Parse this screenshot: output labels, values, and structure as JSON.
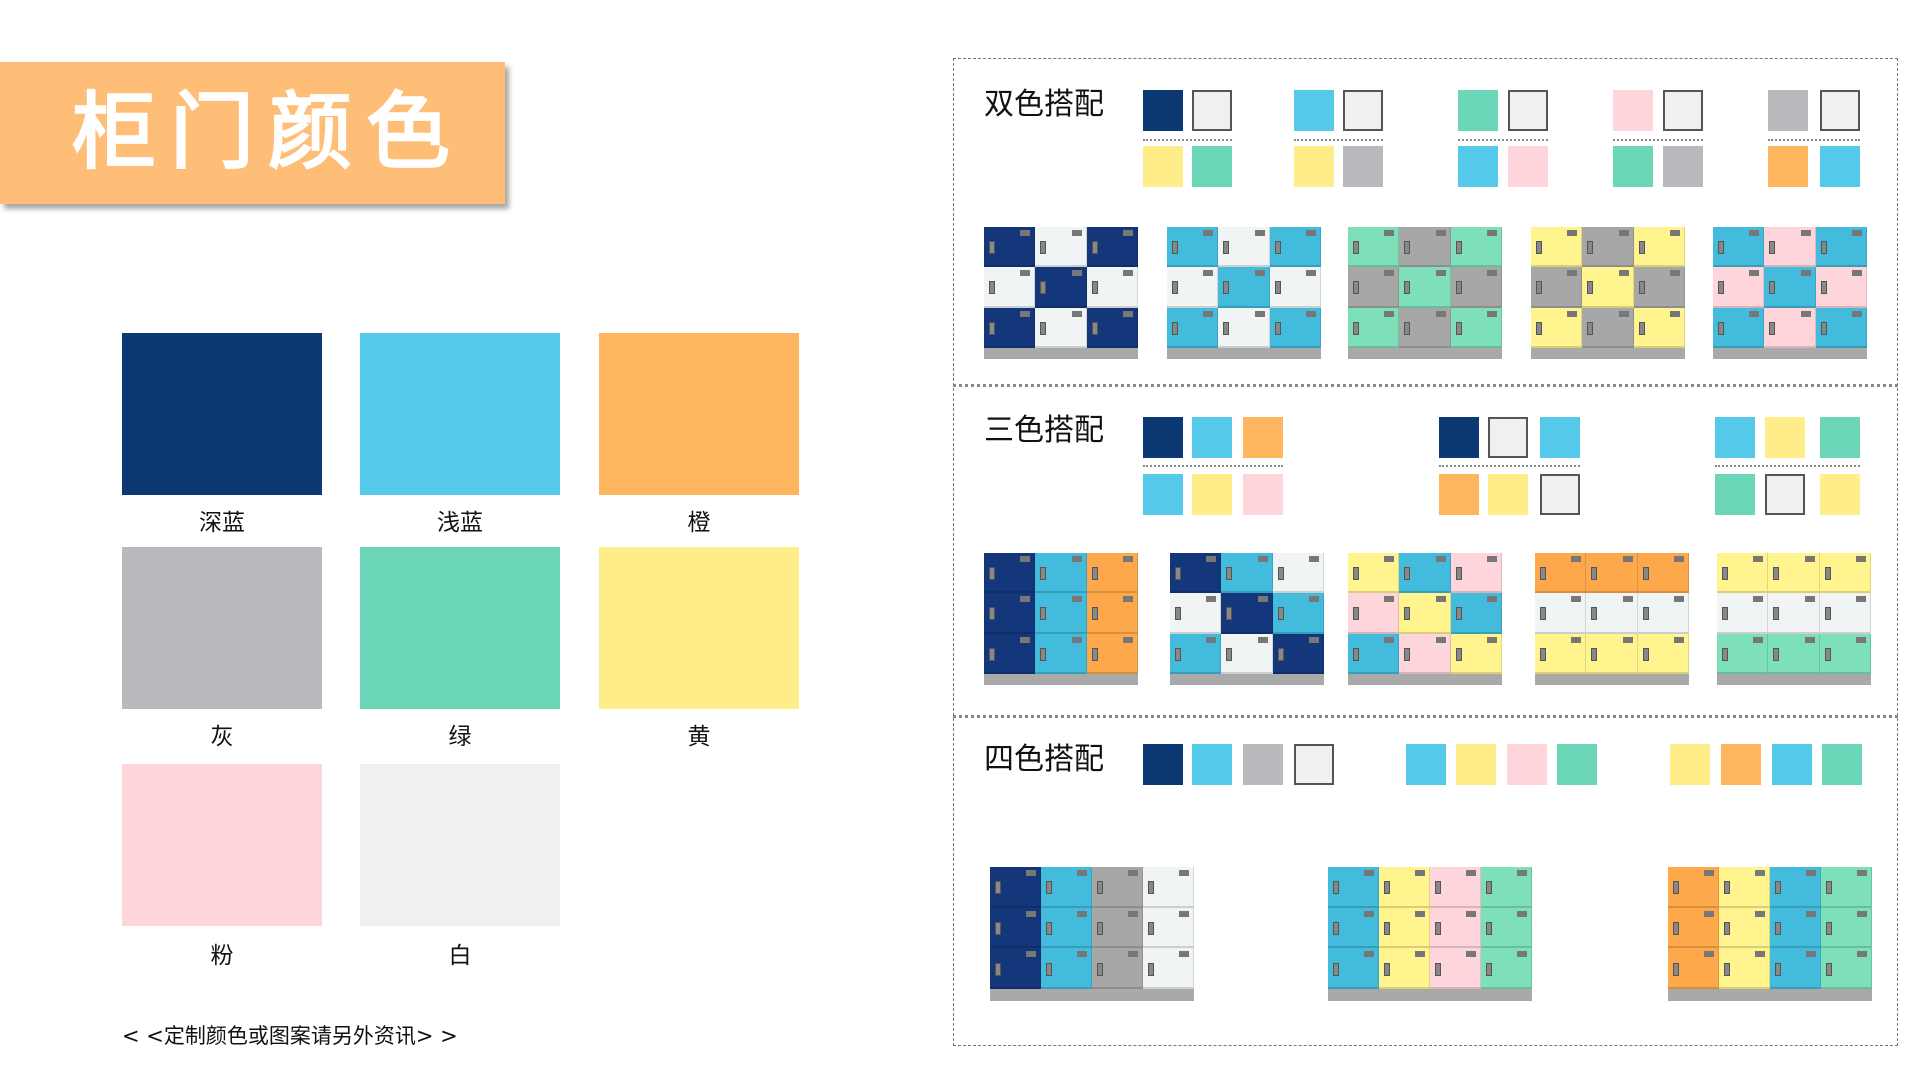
{
  "title": "柜门颜色",
  "palette": {
    "navy": "#0C3874",
    "lightblue": "#55C9E9",
    "orange": "#FDB65E",
    "gray": "#B9BABD",
    "green": "#6BD7B8",
    "yellow": "#FEED88",
    "pink": "#FDD5DB",
    "white": "#EFF0F1"
  },
  "locker_palette": {
    "navy": "#13377A",
    "lightblue": "#42BBDC",
    "orange": "#FDA84B",
    "gray": "#A7A7A7",
    "green": "#7EE0B8",
    "yellow": "#FFF48E",
    "pink": "#FDD5DB",
    "white": "#F1F4F5"
  },
  "colors": [
    {
      "key": "navy",
      "label": "深蓝"
    },
    {
      "key": "lightblue",
      "label": "浅蓝"
    },
    {
      "key": "orange",
      "label": "橙"
    },
    {
      "key": "gray",
      "label": "灰"
    },
    {
      "key": "green",
      "label": "绿"
    },
    {
      "key": "yellow",
      "label": "黄"
    },
    {
      "key": "pink",
      "label": "粉"
    },
    {
      "key": "white",
      "label": "白"
    }
  ],
  "footer": "< <定制颜色或图案请另外资讯> >",
  "sections": [
    {
      "title": "双色搭配",
      "combos": [
        {
          "top": [
            "navy",
            "white"
          ],
          "bottom": [
            "yellow",
            "green"
          ]
        },
        {
          "top": [
            "lightblue",
            "white"
          ],
          "bottom": [
            "yellow",
            "gray"
          ]
        },
        {
          "top": [
            "green",
            "white"
          ],
          "bottom": [
            "lightblue",
            "pink"
          ]
        },
        {
          "top": [
            "pink",
            "white"
          ],
          "bottom": [
            "green",
            "gray"
          ]
        },
        {
          "top": [
            "gray",
            "white"
          ],
          "bottom": [
            "orange",
            "lightblue"
          ]
        }
      ],
      "lockers": [
        [
          [
            "navy",
            "white",
            "navy"
          ],
          [
            "white",
            "navy",
            "white"
          ],
          [
            "navy",
            "white",
            "navy"
          ]
        ],
        [
          [
            "lightblue",
            "white",
            "lightblue"
          ],
          [
            "white",
            "lightblue",
            "white"
          ],
          [
            "lightblue",
            "white",
            "lightblue"
          ]
        ],
        [
          [
            "green",
            "gray",
            "green"
          ],
          [
            "gray",
            "green",
            "gray"
          ],
          [
            "green",
            "gray",
            "green"
          ]
        ],
        [
          [
            "yellow",
            "gray",
            "yellow"
          ],
          [
            "gray",
            "yellow",
            "gray"
          ],
          [
            "yellow",
            "gray",
            "yellow"
          ]
        ],
        [
          [
            "lightblue",
            "pink",
            "lightblue"
          ],
          [
            "pink",
            "lightblue",
            "pink"
          ],
          [
            "lightblue",
            "pink",
            "lightblue"
          ]
        ]
      ]
    },
    {
      "title": "三色搭配",
      "combos": [
        {
          "top": [
            "navy",
            "lightblue",
            "orange"
          ],
          "bottom": [
            "lightblue",
            "yellow",
            "pink"
          ]
        },
        {
          "top": [
            "navy",
            "white",
            "lightblue"
          ],
          "bottom": [
            "orange",
            "yellow",
            "white"
          ]
        },
        {
          "top": [
            "lightblue",
            "yellow",
            "green"
          ],
          "bottom": [
            "green",
            "white",
            "yellow"
          ]
        }
      ],
      "lockers": [
        [
          [
            "navy",
            "lightblue",
            "orange"
          ],
          [
            "navy",
            "lightblue",
            "orange"
          ],
          [
            "navy",
            "lightblue",
            "orange"
          ]
        ],
        [
          [
            "navy",
            "lightblue",
            "white"
          ],
          [
            "white",
            "navy",
            "lightblue"
          ],
          [
            "lightblue",
            "white",
            "navy"
          ]
        ],
        [
          [
            "yellow",
            "lightblue",
            "pink"
          ],
          [
            "pink",
            "yellow",
            "lightblue"
          ],
          [
            "lightblue",
            "pink",
            "yellow"
          ]
        ],
        [
          [
            "orange",
            "orange",
            "orange"
          ],
          [
            "white",
            "white",
            "white"
          ],
          [
            "yellow",
            "yellow",
            "yellow"
          ]
        ],
        [
          [
            "yellow",
            "yellow",
            "yellow"
          ],
          [
            "white",
            "white",
            "white"
          ],
          [
            "green",
            "green",
            "green"
          ]
        ]
      ]
    },
    {
      "title": "四色搭配",
      "combos": [
        {
          "top": [
            "navy",
            "lightblue",
            "gray",
            "white"
          ]
        },
        {
          "top": [
            "lightblue",
            "yellow",
            "pink",
            "green"
          ]
        },
        {
          "top": [
            "yellow",
            "orange",
            "lightblue",
            "green"
          ]
        }
      ],
      "lockers": [
        [
          [
            "navy",
            "lightblue",
            "gray",
            "white"
          ],
          [
            "navy",
            "lightblue",
            "gray",
            "white"
          ],
          [
            "navy",
            "lightblue",
            "gray",
            "white"
          ]
        ],
        [
          [
            "lightblue",
            "yellow",
            "pink",
            "green"
          ],
          [
            "lightblue",
            "yellow",
            "pink",
            "green"
          ],
          [
            "lightblue",
            "yellow",
            "pink",
            "green"
          ]
        ],
        [
          [
            "orange",
            "yellow",
            "lightblue",
            "green"
          ],
          [
            "orange",
            "yellow",
            "lightblue",
            "green"
          ],
          [
            "orange",
            "yellow",
            "lightblue",
            "green"
          ]
        ]
      ]
    }
  ]
}
